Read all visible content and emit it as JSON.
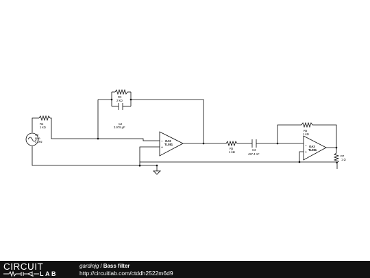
{
  "schematic": {
    "components": {
      "v2": {
        "name": "V2",
        "line1": "sine",
        "line2": "1 kHz"
      },
      "r2": {
        "name": "R2",
        "value": "1 kΩ"
      },
      "r3": {
        "name": "R3",
        "value": "2 kΩ"
      },
      "c2": {
        "name": "C2",
        "value": "3.979 µF"
      },
      "oa2": {
        "name": "OA2",
        "model": "TL081"
      },
      "r5": {
        "name": "R5",
        "value": "1 kΩ"
      },
      "c3": {
        "name": "C3",
        "value": "497.4 nF"
      },
      "r6": {
        "name": "R6",
        "value": "1 kΩ"
      },
      "oa3": {
        "name": "OA3",
        "model": "TL081"
      },
      "r7": {
        "name": "R7",
        "value": "1 Ω"
      }
    },
    "pin_minus": "−",
    "pin_plus": "+"
  },
  "footer": {
    "logo_top": "CIRCUIT",
    "logo_bottom": "LAB",
    "author": "gardinjg",
    "separator": "/",
    "title": "Bass filter",
    "url": "http://circuitlab.com/ctddh2522m6d9"
  },
  "colors": {
    "footer_bg": "#111111",
    "wire": "#000000",
    "background": "#ffffff"
  }
}
